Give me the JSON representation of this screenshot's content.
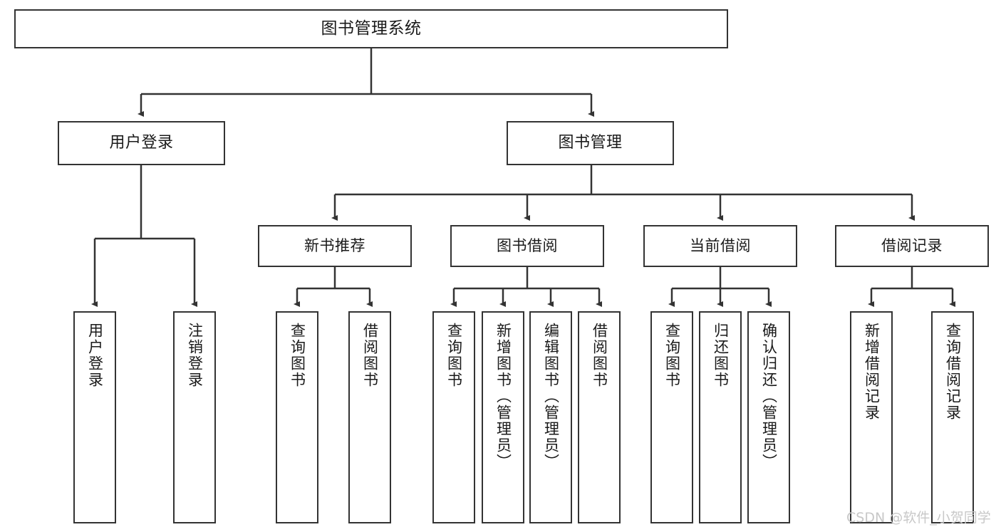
{
  "diagram": {
    "type": "tree-hierarchy",
    "title": "图书管理系统",
    "orientation": "top-down",
    "line_color": "#333333",
    "box_fill": "#ffffff",
    "box_stroke": "#333333",
    "text_color": "#1a1a1a",
    "watermark": "CSDN @软件_小贺同学",
    "watermark_color": "#c8c8c8"
  },
  "nodes": {
    "root": {
      "label": "图书管理系统"
    },
    "level2": [
      {
        "label": "用户登录"
      },
      {
        "label": "图书管理"
      }
    ],
    "level3": [
      {
        "label": "新书推荐"
      },
      {
        "label": "图书借阅"
      },
      {
        "label": "当前借阅"
      },
      {
        "label": "借阅记录"
      }
    ],
    "leaves": {
      "user_login": [
        {
          "label": "用户登录"
        },
        {
          "label": "注销登录"
        }
      ],
      "new_book": [
        {
          "label": "查询图书"
        },
        {
          "label": "借阅图书"
        }
      ],
      "book_borrow": [
        {
          "label": "查询图书"
        },
        {
          "label": "新增图书（管理员）"
        },
        {
          "label": "编辑图书（管理员）"
        },
        {
          "label": "借阅图书"
        }
      ],
      "current_borrow": [
        {
          "label": "查询图书"
        },
        {
          "label": "归还图书"
        },
        {
          "label": "确认归还（管理员）"
        }
      ],
      "borrow_record": [
        {
          "label": "新增借阅记录"
        },
        {
          "label": "查询借阅记录"
        }
      ]
    }
  }
}
